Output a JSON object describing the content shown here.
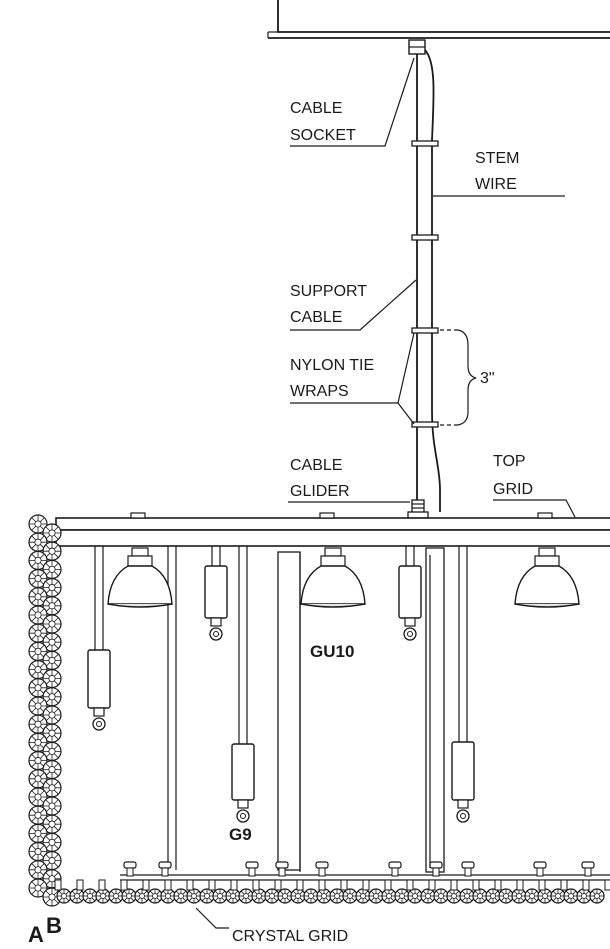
{
  "labels": {
    "cable_socket": [
      "CABLE",
      "SOCKET"
    ],
    "stem_wire": [
      "STEM",
      "WIRE"
    ],
    "support_cable": [
      "SUPPORT",
      "CABLE"
    ],
    "nylon_tie_wraps": [
      "NYLON TIE",
      "WRAPS"
    ],
    "dimension": "3\"",
    "cable_glider": [
      "CABLE",
      "GLIDER"
    ],
    "top_grid": [
      "TOP",
      "GRID"
    ],
    "gu10": "GU10",
    "g9": "G9",
    "corner_a": "A",
    "corner_b": "B",
    "crystal_grid": "CRYSTAL GRID"
  },
  "colors": {
    "line": "#1a1a1a",
    "background": "#ffffff",
    "shade": "#e6e6e6"
  }
}
